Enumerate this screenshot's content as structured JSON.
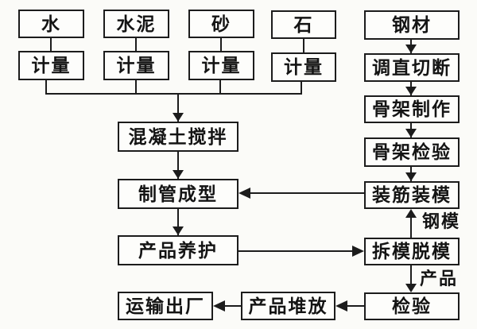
{
  "diagram": {
    "nodes": {
      "water": "水",
      "cement": "水泥",
      "sand": "砂",
      "stone": "石",
      "steel": "钢材",
      "measure_water": "计量",
      "measure_cement": "计量",
      "measure_sand": "计量",
      "measure_stone": "计量",
      "straighten_cut": "调直切断",
      "frame_make": "骨架制作",
      "frame_inspect": "骨架检验",
      "install_rebar_mold": "装筋装模",
      "concrete_mix": "混凝土搅拌",
      "pipe_form": "制管成型",
      "product_cure": "产品养护",
      "demold": "拆模脱模",
      "inspect": "检验",
      "product_stack": "产品堆放",
      "ship_out": "运输出厂"
    },
    "edge_labels": {
      "steel_mold": "钢模",
      "product": "产品"
    },
    "edges": [
      {
        "from": "water",
        "to": "measure_water",
        "arrow": false
      },
      {
        "from": "cement",
        "to": "measure_cement",
        "arrow": false
      },
      {
        "from": "sand",
        "to": "measure_sand",
        "arrow": false
      },
      {
        "from": "stone",
        "to": "measure_stone",
        "arrow": false
      },
      {
        "from": "measure_water",
        "to": "concrete_mix",
        "arrow": true,
        "via": "merge-bus"
      },
      {
        "from": "measure_cement",
        "to": "concrete_mix",
        "arrow": true,
        "via": "merge-bus"
      },
      {
        "from": "measure_sand",
        "to": "concrete_mix",
        "arrow": true,
        "via": "merge-bus"
      },
      {
        "from": "measure_stone",
        "to": "concrete_mix",
        "arrow": true,
        "via": "merge-bus"
      },
      {
        "from": "steel",
        "to": "straighten_cut",
        "arrow": true
      },
      {
        "from": "straighten_cut",
        "to": "frame_make",
        "arrow": true
      },
      {
        "from": "frame_make",
        "to": "frame_inspect",
        "arrow": true
      },
      {
        "from": "frame_inspect",
        "to": "install_rebar_mold",
        "arrow": true
      },
      {
        "from": "install_rebar_mold",
        "to": "pipe_form",
        "arrow": true
      },
      {
        "from": "concrete_mix",
        "to": "pipe_form",
        "arrow": true
      },
      {
        "from": "pipe_form",
        "to": "product_cure",
        "arrow": true
      },
      {
        "from": "product_cure",
        "to": "demold",
        "arrow": true
      },
      {
        "from": "demold",
        "to": "install_rebar_mold",
        "arrow": true,
        "label": "钢模"
      },
      {
        "from": "demold",
        "to": "inspect",
        "arrow": true,
        "label": "产品"
      },
      {
        "from": "inspect",
        "to": "product_stack",
        "arrow": true
      },
      {
        "from": "product_stack",
        "to": "ship_out",
        "arrow": true
      }
    ]
  }
}
